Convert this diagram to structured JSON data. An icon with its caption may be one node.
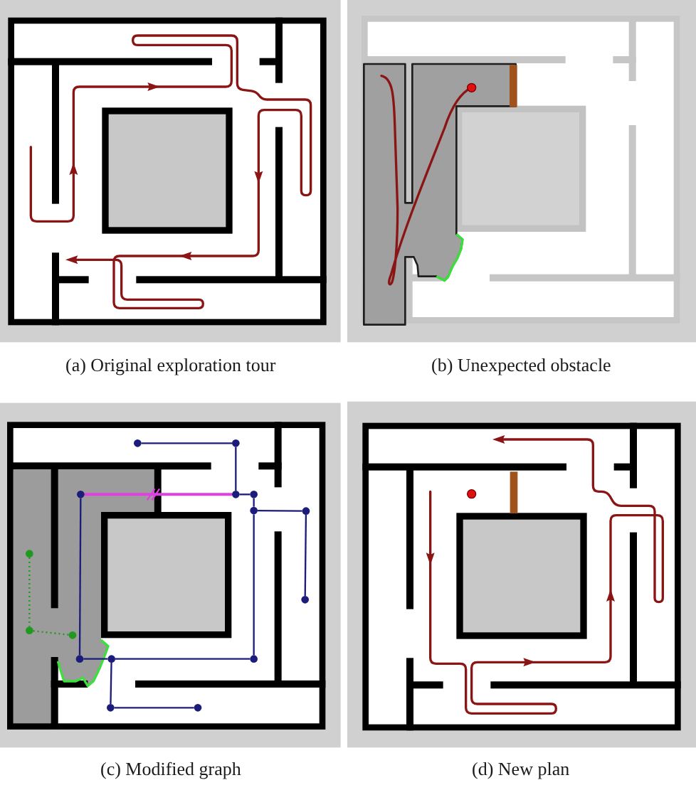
{
  "diagram": {
    "nodes": [
      {
        "text": [],
        "shape": "circle"
      },
      {
        "text": [],
        "shape": "circle"
      },
      {
        "text": [],
        "shape": "circle"
      },
      {
        "text": [],
        "shape": "circle"
      },
      {
        "text": [],
        "shape": "circle"
      },
      {
        "text": [],
        "shape": "circle"
      },
      {
        "text": [],
        "shape": "circle"
      },
      {
        "text": [],
        "shape": "circle"
      },
      {
        "text": [],
        "shape": "circle"
      },
      {
        "text": [],
        "shape": "circle"
      },
      {
        "text": [],
        "shape": "circle"
      },
      {
        "text": [],
        "shape": "circle"
      },
      {
        "text": [],
        "shape": "circle"
      },
      {
        "text": [],
        "shape": "circle"
      },
      {
        "text": [],
        "shape": "circle"
      },
      {
        "text": [],
        "shape": "circle"
      }
    ],
    "edges": [
      {
        "from": 0,
        "to": 1,
        "arrow": "none"
      },
      {
        "from": 1,
        "to": 3,
        "arrow": "none"
      },
      {
        "from": 2,
        "to": 3,
        "arrow": "none",
        "color": "#e040e0"
      },
      {
        "from": 3,
        "to": 4,
        "arrow": "none"
      },
      {
        "from": 4,
        "to": 5,
        "arrow": "none"
      },
      {
        "from": 5,
        "to": 6,
        "arrow": "none"
      },
      {
        "from": 6,
        "to": 8,
        "arrow": "none"
      },
      {
        "from": 5,
        "to": 13,
        "arrow": "none"
      },
      {
        "from": 2,
        "to": 11,
        "arrow": "none"
      },
      {
        "from": 7,
        "to": 9,
        "arrow": "none",
        "style": "dashed",
        "color": "#1f9a1f"
      },
      {
        "from": 9,
        "to": 10,
        "arrow": "none",
        "style": "dashed",
        "color": "#1f9a1f"
      },
      {
        "from": 11,
        "to": 12,
        "arrow": "none"
      },
      {
        "from": 12,
        "to": 13,
        "arrow": "none"
      },
      {
        "from": 12,
        "to": 14,
        "arrow": "none"
      },
      {
        "from": 14,
        "to": 15,
        "arrow": "none"
      }
    ],
    "labels": [
      "(a) Original exploration tour",
      "(b) Unexpected obstacle",
      "(c) Modified graph",
      "(d) New plan"
    ]
  }
}
